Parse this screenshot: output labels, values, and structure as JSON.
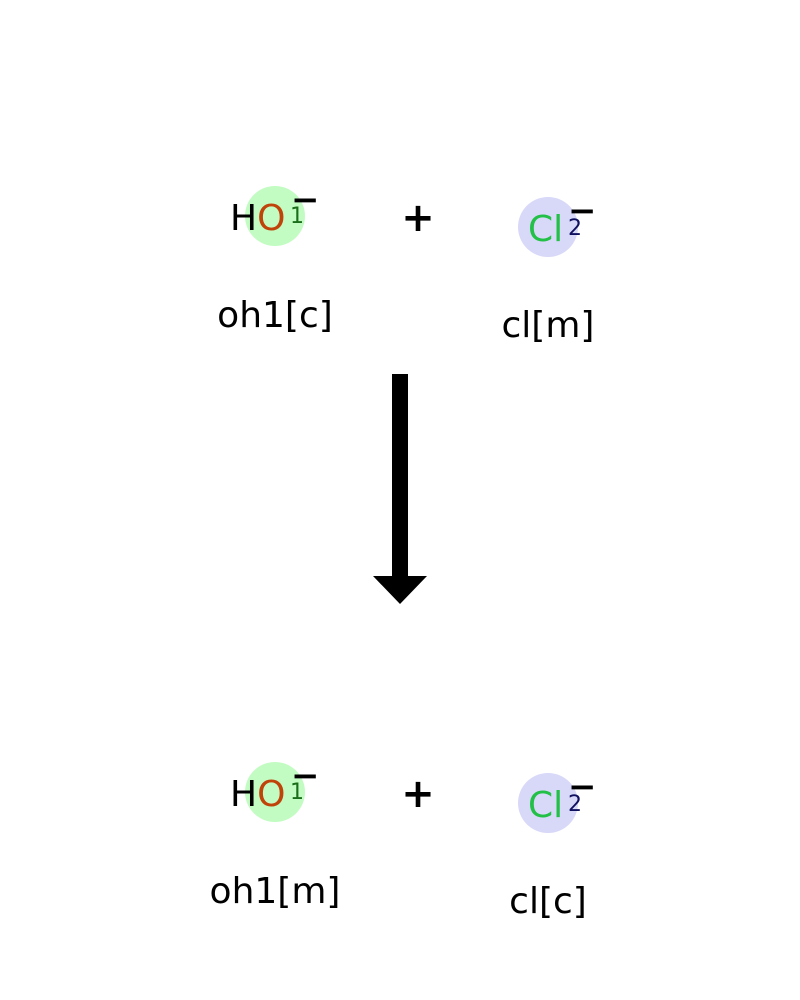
{
  "reactants": [
    {
      "formula_prefix": "H",
      "atom": "O",
      "map_number": "1",
      "charge": "−",
      "name": "oh1[c]",
      "highlight_color": "#c2fcc2",
      "atom_color": "#c0440a",
      "map_color": "#1a6e1a"
    },
    {
      "formula_prefix": "",
      "atom": "Cl",
      "map_number": "2",
      "charge": "−",
      "name": "cl[m]",
      "highlight_color": "#d8d8f8",
      "atom_color": "#22c046",
      "map_color": "#101060"
    }
  ],
  "products": [
    {
      "formula_prefix": "H",
      "atom": "O",
      "map_number": "1",
      "charge": "−",
      "name": "oh1[m]",
      "highlight_color": "#c2fcc2",
      "atom_color": "#c0440a",
      "map_color": "#1a6e1a"
    },
    {
      "formula_prefix": "",
      "atom": "Cl",
      "map_number": "2",
      "charge": "−",
      "name": "cl[c]",
      "highlight_color": "#d8d8f8",
      "atom_color": "#22c046",
      "map_color": "#101060"
    }
  ],
  "operators": {
    "reactant_plus": "+",
    "product_plus": "+"
  },
  "arrow": {
    "direction": "down",
    "color": "#000000"
  }
}
